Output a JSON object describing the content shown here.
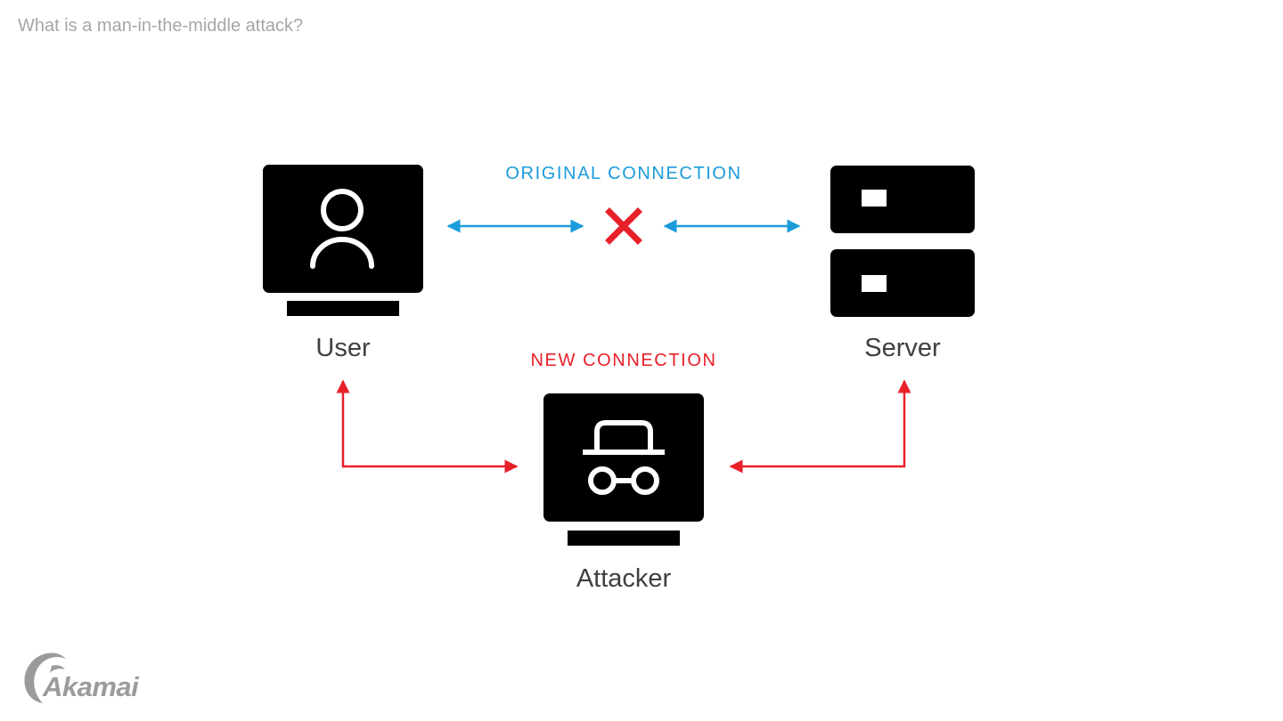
{
  "page": {
    "title": "What is a man-in-the-middle attack?"
  },
  "diagram": {
    "original_connection": {
      "label": "ORIGINAL CONNECTION",
      "color": "#1a9bdb",
      "status_icon": "x-mark-icon",
      "status_color": "#e8202a"
    },
    "new_connection": {
      "label": "NEW CONNECTION",
      "color": "#e8202a"
    },
    "nodes": {
      "user": {
        "label": "User",
        "icon": "user-icon"
      },
      "server": {
        "label": "Server",
        "icon": "server-icon"
      },
      "attacker": {
        "label": "Attacker",
        "icon": "spy-incognito-icon"
      }
    }
  },
  "branding": {
    "logo_text": "Akamai",
    "logo_color": "#9b9b9b"
  }
}
